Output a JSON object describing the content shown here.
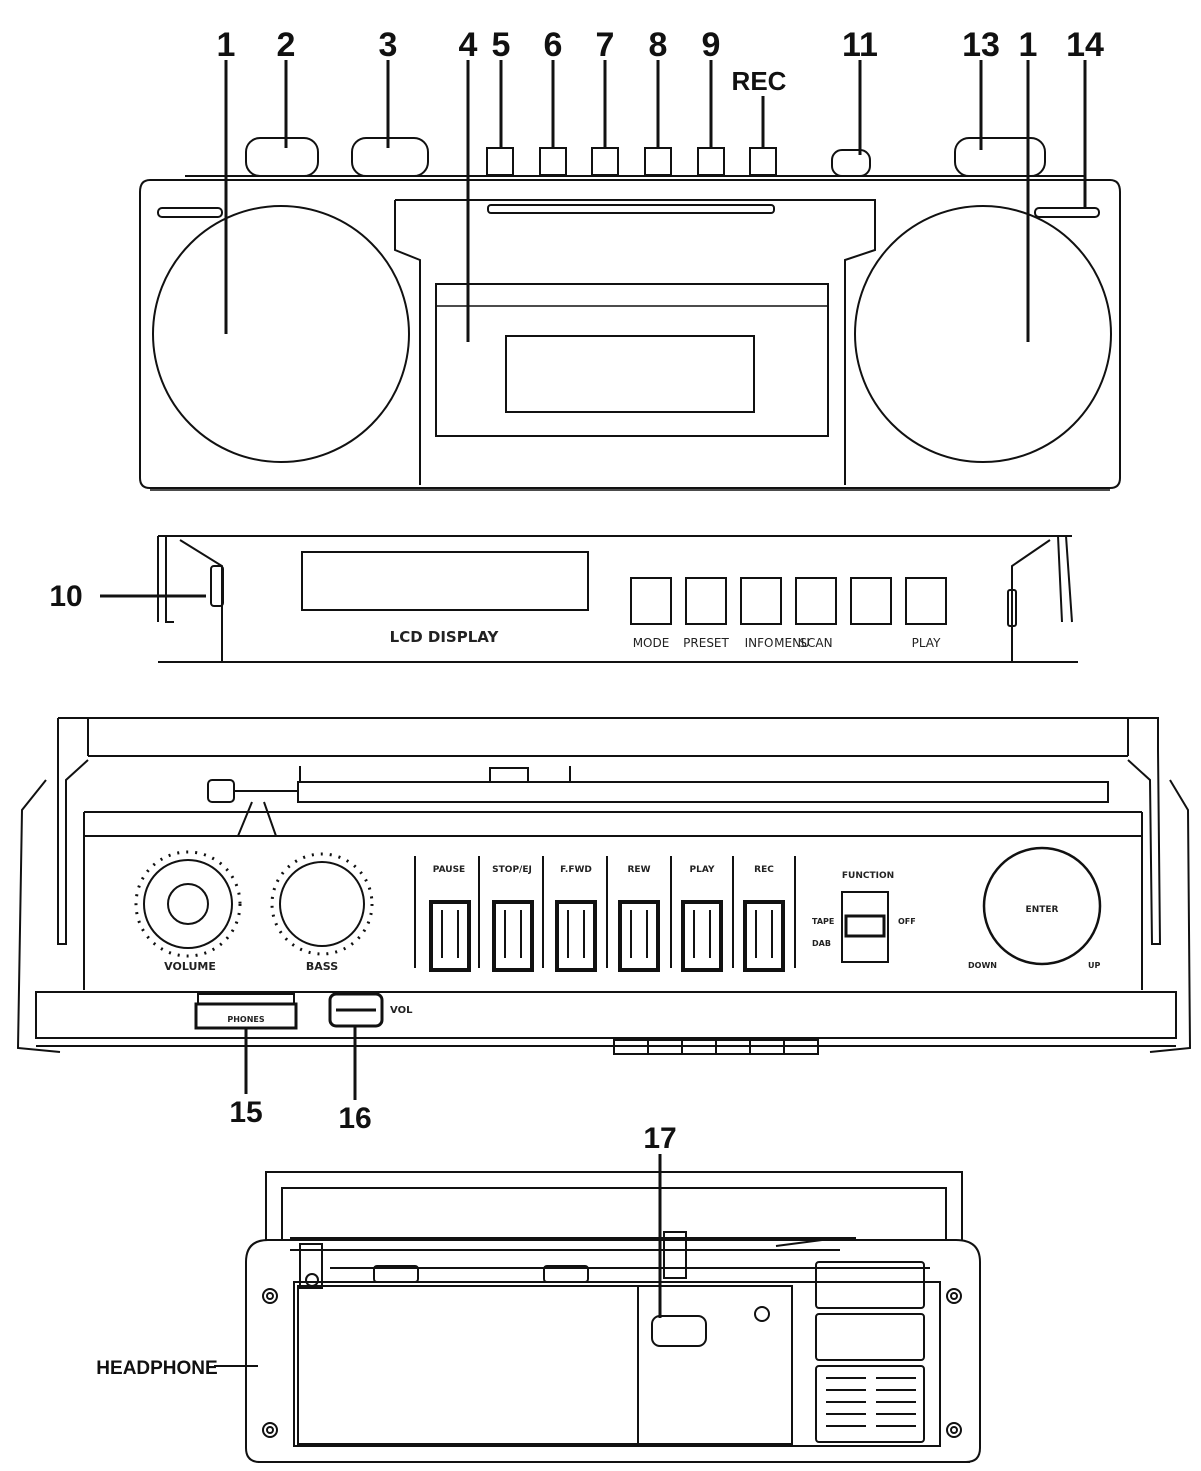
{
  "callouts": {
    "c1_left": "1",
    "c2": "2",
    "c3": "3",
    "c4": "4",
    "c5": "5",
    "c6": "6",
    "c7": "7",
    "c8": "8",
    "c9": "9",
    "c11": "11",
    "c13": "13",
    "c1_right": "1",
    "c14": "14",
    "rec": "REC",
    "c10": "10",
    "c15": "15",
    "c16": "16",
    "c17": "17",
    "headphone": "HEADPHONE"
  },
  "front_panel": {
    "lcd_label": "LCD DISPLAY",
    "buttons": [
      "MODE",
      "PRESET",
      "INFO",
      "MENU",
      "SCAN",
      "",
      "PLAY"
    ]
  },
  "top_panel": {
    "volume_label": "VOLUME",
    "bass_label": "BASS",
    "tape_keys": [
      "PAUSE",
      "STOP/EJ",
      "F.FWD",
      "REW",
      "PLAY",
      "REC"
    ],
    "function_label": "FUNCTION",
    "switch_positions": [
      "TAPE",
      "DAB",
      "OFF"
    ],
    "enter_label": "ENTER",
    "down_label": "DOWN",
    "up_label": "UP",
    "phones_label": "PHONES",
    "vol_label": "VOL"
  },
  "colors": {
    "line": "#111111",
    "background": "#ffffff"
  }
}
